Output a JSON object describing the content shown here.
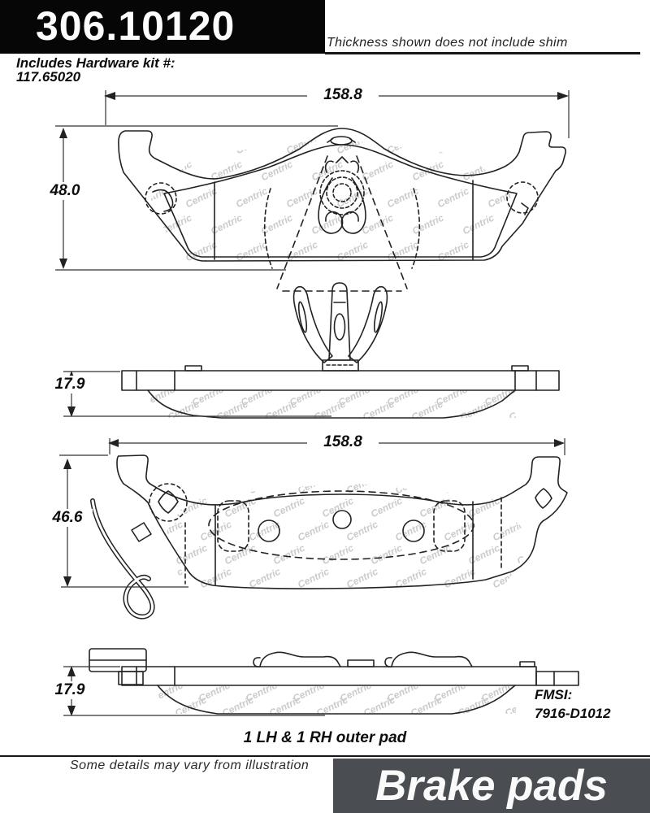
{
  "header": {
    "part_number": "306.10120",
    "thickness_note": "Thickness shown does not include shim",
    "hardware_kit_line1": "Includes Hardware kit #:",
    "hardware_kit_line2": "117.65020"
  },
  "watermark": "Centric",
  "diagram": {
    "pad1_front": {
      "width_dim": "158.8",
      "height_dim": "48.0"
    },
    "side_view1": {
      "thickness_dim": "17.9"
    },
    "pad2_front": {
      "width_dim": "158.8",
      "height_dim": "46.6"
    },
    "side_view2": {
      "thickness_dim": "17.9",
      "fmsi_label": "FMSI:",
      "fmsi_value": "7916-D1012"
    }
  },
  "caption": "1 LH & 1 RH outer pad",
  "footer": {
    "note": "Some details may vary from illustration",
    "category": "Brake pads"
  },
  "colors": {
    "header_bg": "#060606",
    "brand_bg": "#4a4e53",
    "line": "#222222",
    "watermark": "#cbcbcb"
  }
}
